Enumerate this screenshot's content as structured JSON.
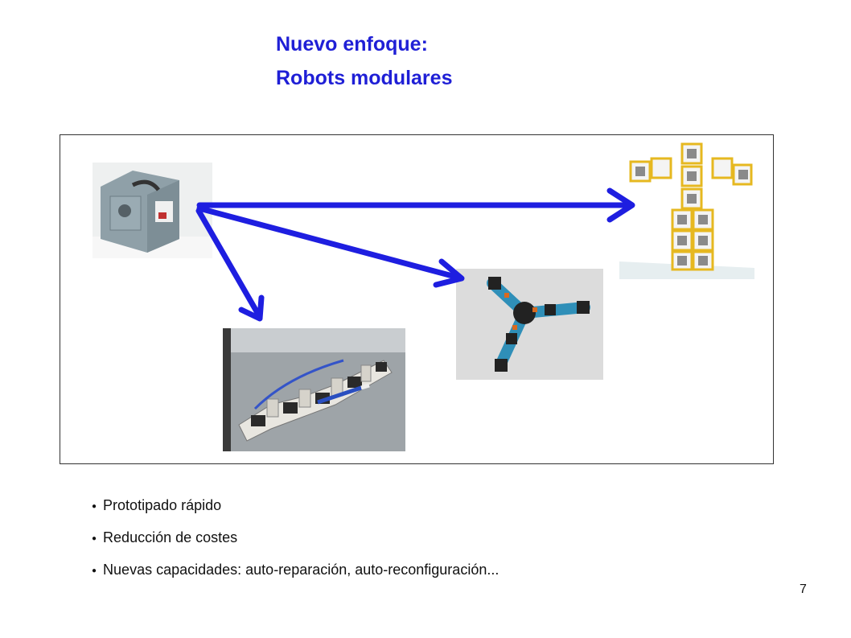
{
  "slide": {
    "title_line1": "Nuevo enfoque:",
    "title_line2": "Robots modulares",
    "title_color": "#1f1fd6",
    "arrow_color": "#1e1ee0",
    "bullets": [
      "Prototipado rápido",
      "Reducción de costes",
      "Nuevas capacidades: auto-reparación, auto-reconfiguración..."
    ],
    "page_number": "7"
  }
}
